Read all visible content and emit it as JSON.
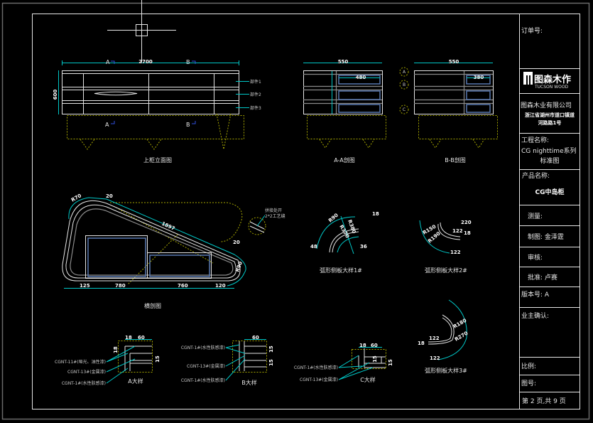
{
  "title_block": {
    "order_no": "订单号:",
    "logo_cn": "图森木作",
    "logo_en": "TUCSON WOOD",
    "company": "图森木业有限公司",
    "address_line1": "浙江省湖州市道口镇道",
    "address_line2": "河路路1号",
    "project_label": "工程名称:",
    "project_line1": "CG nighttime系列",
    "project_line2": "标准图",
    "product_label": "产品名称:",
    "product_name": "CG中岛柜",
    "survey": "测量:",
    "drafter": "制图: 金泽霆",
    "review": "审核:",
    "approve": "批准: 卢赛",
    "version": "版本号:   A",
    "owner_confirm": "业主确认:",
    "scale": "比例:",
    "drawing_no": "图号:",
    "page": "第 2 页,共 9 页"
  },
  "elevation": {
    "caption": "上柜立面图",
    "width_dim": "2700",
    "height_dim": "600",
    "section_a": "A",
    "section_b": "B",
    "parts": [
      "部件1",
      "部件2",
      "部件3"
    ]
  },
  "section_aa": {
    "caption": "A-A剖图",
    "width_dim": "550",
    "inner_dim": "480"
  },
  "section_bb": {
    "caption": "B-B剖图",
    "width_dim": "550",
    "inner_dim": "380",
    "markers": [
      "A",
      "B",
      "C"
    ]
  },
  "plan": {
    "caption": "横剖图",
    "slant_dim": "1897",
    "bottom_dims": [
      "125",
      "780",
      "760",
      "120"
    ],
    "radius_dims": [
      "R70",
      "20",
      "20",
      "R90"
    ],
    "note_line1": "拼接处开",
    "note_line2": "2*2工艺缝"
  },
  "arc_details": [
    {
      "caption": "弧形侧板大样1#",
      "dims": [
        "R90",
        "R370",
        "R380",
        "48",
        "18",
        "36"
      ]
    },
    {
      "caption": "弧形侧板大样2#",
      "dims": [
        "R150",
        "R190",
        "220",
        "122",
        "18",
        "122"
      ]
    },
    {
      "caption": "弧形侧板大样3#",
      "dims": [
        "R180",
        "R270",
        "122",
        "18",
        "122"
      ]
    }
  ],
  "detail_a": {
    "caption": "A大样",
    "dims": [
      "18",
      "60",
      "18",
      "15"
    ],
    "notes": [
      "CGNT-11#(哑光、油性漆)",
      "CGNT-13#(金属漆)",
      "CGNT-1#(水性肤感漆)"
    ]
  },
  "detail_b": {
    "caption": "B大样",
    "dims": [
      "60",
      "15",
      "15"
    ],
    "notes": [
      "CGNT-1#(水性肤感漆)",
      "CGNT-13#(金属漆)",
      "CGNT-1#(水性肤感漆)"
    ]
  },
  "detail_c": {
    "caption": "C大样",
    "dims": [
      "18",
      "60",
      "15",
      "15"
    ],
    "notes": [
      "CGNT-1#(水性肤感漆)",
      "CGNT-13#(金属漆)"
    ]
  }
}
